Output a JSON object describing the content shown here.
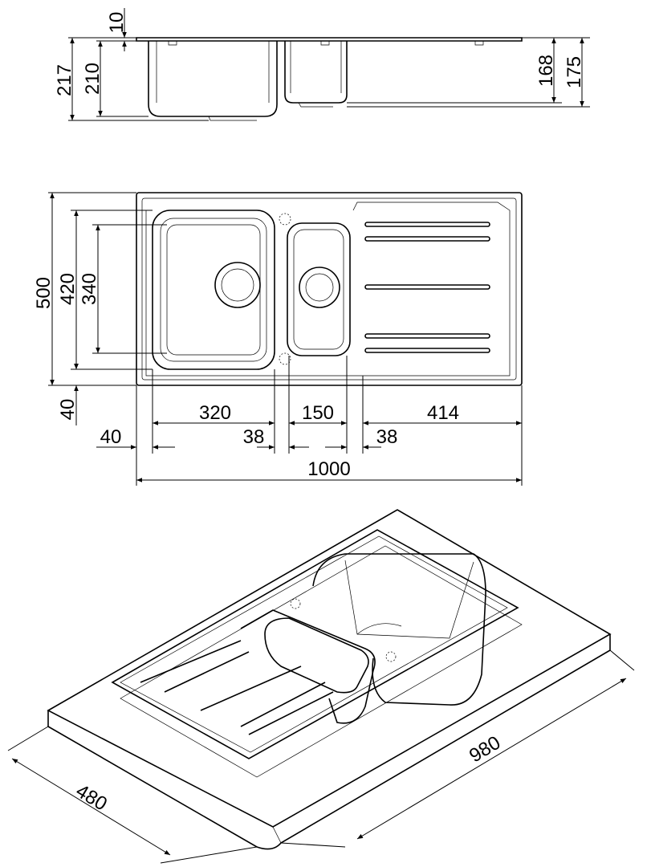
{
  "side_view": {
    "dims": {
      "top_thickness": "10",
      "overall_left": "217",
      "bowl_left": "210",
      "bowl_right": "168",
      "overall_right": "175"
    }
  },
  "plan_view": {
    "dims": {
      "depth_total": "500",
      "depth_bowl_outer": "420",
      "depth_bowl_inner": "340",
      "front_margin": "40",
      "big_bowl_width": "320",
      "small_bowl_width": "150",
      "drainer_width": "414",
      "left_margin": "40",
      "gap_left": "38",
      "gap_right": "38",
      "total_width": "1000"
    }
  },
  "cutout_view": {
    "dims": {
      "cutout_depth": "480",
      "cutout_width": "980"
    }
  },
  "colors": {
    "line": "#000000",
    "background": "#ffffff"
  }
}
